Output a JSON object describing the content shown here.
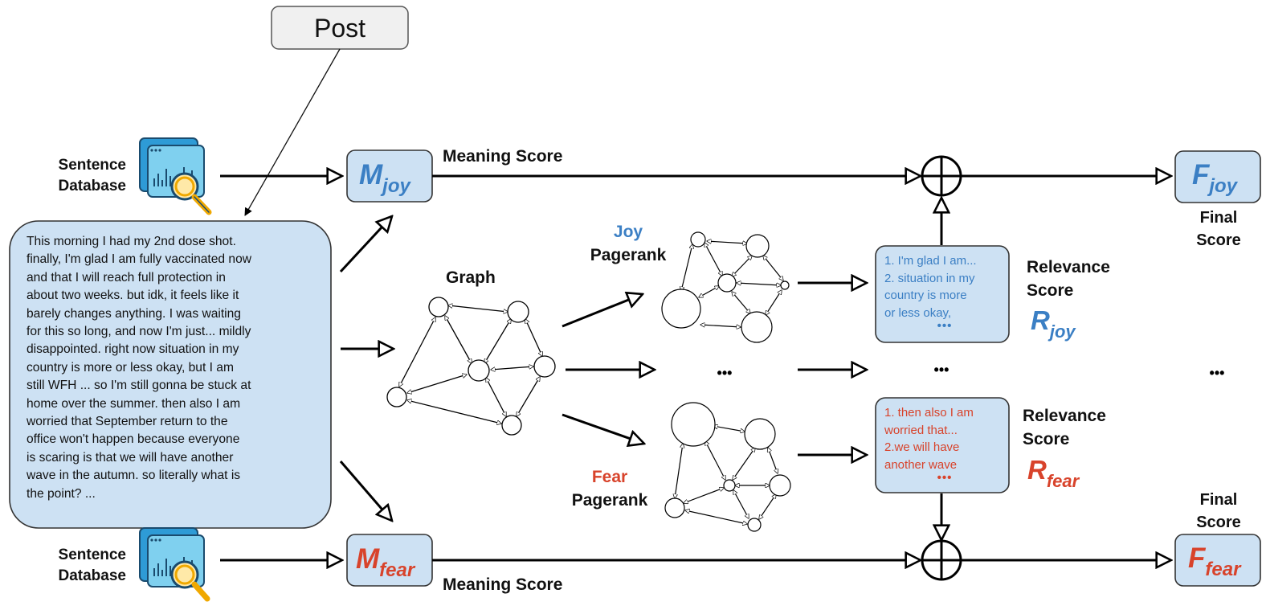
{
  "post_label": "Post",
  "post_lines": [
    "This morning I had my 2nd dose shot.",
    "finally, I'm glad I am fully vaccinated now",
    "and that I will reach full protection in",
    "about two weeks. but idk, it feels like it",
    "barely changes anything. I was waiting",
    "for this so long, and now I'm just... mildly",
    "disappointed. right now situation in my",
    "country is more or less okay, but I am",
    "still WFH ... so I'm still gonna be stuck at",
    "home over the summer. then also I am",
    "worried that September return to the",
    "office won't happen because everyone",
    "is scaring is that we will have another",
    "wave in the autumn. so literally what is",
    "the point? ..."
  ],
  "sentence_db_line1": "Sentence",
  "sentence_db_line2": "Database",
  "meaning_score": "Meaning Score",
  "m_letter": "M",
  "joy_sub": "joy",
  "fear_sub": "fear",
  "f_letter": "F",
  "r_letter": "R",
  "graph_label": "Graph",
  "joy_word": "Joy",
  "fear_word": "Fear",
  "pagerank": "Pagerank",
  "relevance_line1": "Relevance",
  "relevance_line2": "Score",
  "final_line1": "Final",
  "final_line2": "Score",
  "ellipsis": "•••",
  "joy_sentences": [
    "1. I'm glad I am...",
    "2. situation in my",
    "country is more",
    "or less okay,"
  ],
  "fear_sentences": [
    "1. then also I am",
    "worried that...",
    "2.we will have",
    "another wave"
  ],
  "colors": {
    "joy": "#3b7fc4",
    "fear": "#d8432b",
    "box_fill": "#cde1f3",
    "box_stroke": "#333333"
  }
}
